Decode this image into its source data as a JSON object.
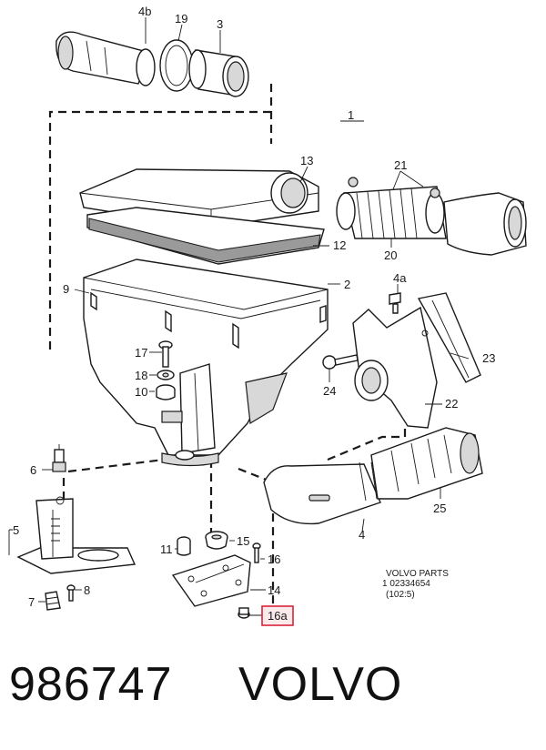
{
  "diagram": {
    "callouts": {
      "c4b": "4b",
      "c19": "19",
      "c3": "3",
      "c1": "1",
      "c13": "13",
      "c21": "21",
      "c12": "12",
      "c20": "20",
      "c9": "9",
      "c2": "2",
      "c4a": "4a",
      "c17": "17",
      "c23": "23",
      "c18": "18",
      "c24": "24",
      "c10": "10",
      "c22": "22",
      "c6": "6",
      "c25": "25",
      "c5": "5",
      "c11": "11",
      "c15": "15",
      "c4": "4",
      "c16": "16",
      "c8": "8",
      "c14": "14",
      "c7": "7",
      "c16a": "16a"
    },
    "stamp": {
      "line1": "VOLVO PARTS",
      "line2": "1   02334654",
      "line3": "(102:5)"
    },
    "highlight_color": "#d9233a"
  },
  "footer": {
    "part_number": "986747",
    "brand": "VOLVO"
  }
}
